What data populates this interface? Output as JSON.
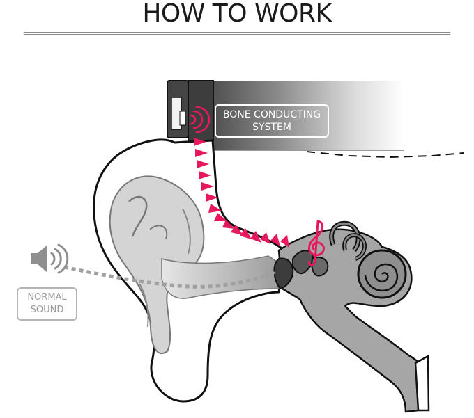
{
  "title": "HOW TO WORK",
  "labels": {
    "bone_line1": "BONE CONDUCTING",
    "bone_line2": "SYSTEM",
    "normal_line1": "NORMAL",
    "normal_line2": "SOUND"
  },
  "colors": {
    "accent_pink": "#e8185e",
    "outline": "#111111",
    "headband_dark": "#4a4a4a",
    "ear_gray": "#d2d2d2",
    "inner_gray": "#a9a9a9"
  },
  "icons": [
    "speaker-icon",
    "sound-wave-icon",
    "treble-clef-icon"
  ]
}
